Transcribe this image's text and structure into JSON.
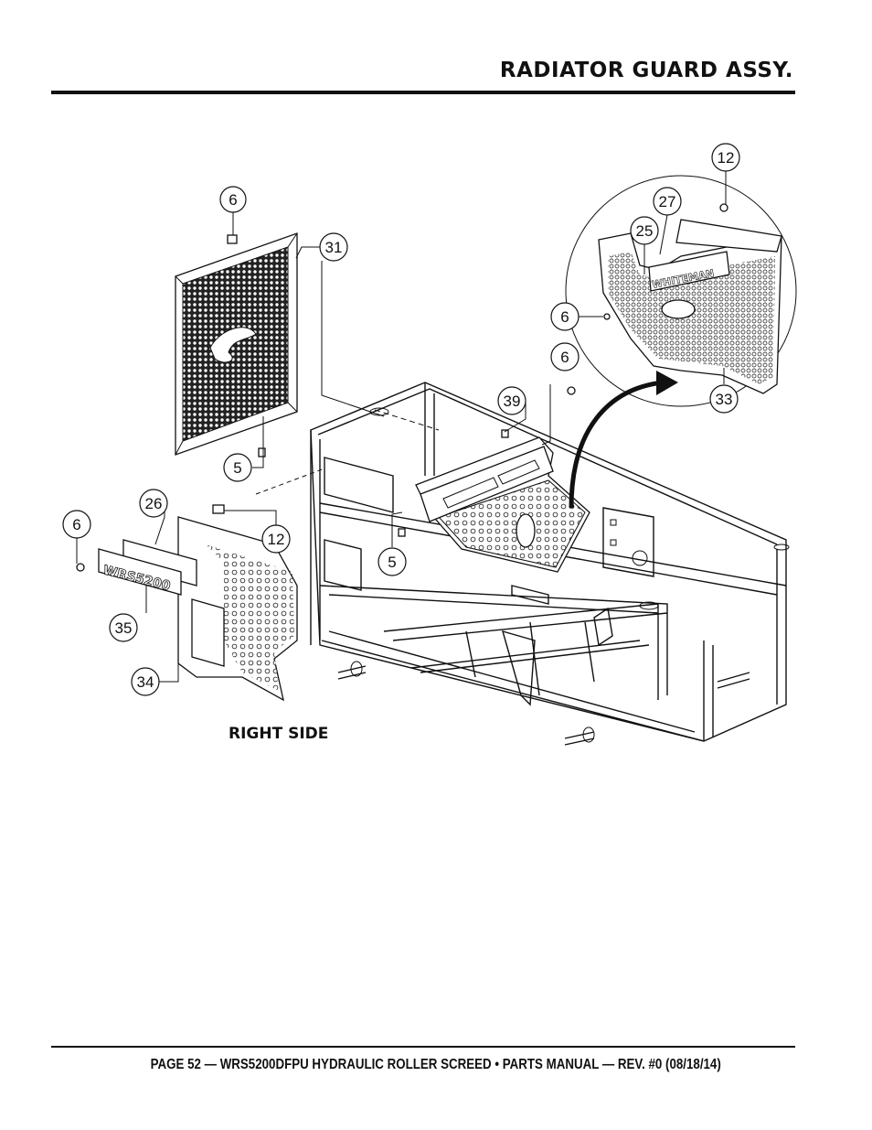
{
  "header": {
    "title": "RADIATOR GUARD ASSY."
  },
  "diagram": {
    "view_label": "RIGHT SIDE",
    "callouts": [
      "6",
      "31",
      "5",
      "26",
      "6",
      "12",
      "35",
      "34",
      "5",
      "39",
      "6",
      "12",
      "27",
      "25",
      "6",
      "33"
    ],
    "decals": {
      "model_decal": "WRS5200",
      "brand_decal": "WHITEMAN"
    }
  },
  "footer": {
    "text": "PAGE 52 — WRS5200DFPU HYDRAULIC ROLLER SCREED • PARTS MANUAL  — REV. #0 (08/18/14)"
  }
}
